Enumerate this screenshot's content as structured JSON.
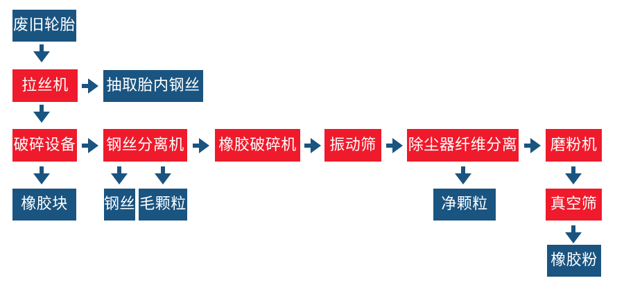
{
  "colors": {
    "red": "#ef1a2b",
    "blue": "#1a5480",
    "arrow": "#1a5480",
    "text": "#ffffff",
    "background": "#ffffff"
  },
  "nodes": {
    "waste_tires": {
      "label": "废旧轮胎",
      "color": "blue"
    },
    "wire_drawing_machine": {
      "label": "拉丝机",
      "color": "red"
    },
    "extract_tire_steel_wire": {
      "label": "抽取胎内钢丝",
      "color": "blue"
    },
    "crushing_equipment": {
      "label": "破碎设备",
      "color": "red"
    },
    "steel_wire_separator": {
      "label": "钢丝分离机",
      "color": "red"
    },
    "rubber_crusher": {
      "label": "橡胶破碎机",
      "color": "red"
    },
    "vibrating_screen": {
      "label": "振动筛",
      "color": "red"
    },
    "dust_collector_fiber_separation": {
      "label": "除尘器纤维分离",
      "color": "red"
    },
    "grinding_mill": {
      "label": "磨粉机",
      "color": "red"
    },
    "rubber_blocks": {
      "label": "橡胶块",
      "color": "blue"
    },
    "steel_wire": {
      "label": "钢丝",
      "color": "blue"
    },
    "fluff_granules": {
      "label": "毛颗粒",
      "color": "blue"
    },
    "clean_granules": {
      "label": "净颗粒",
      "color": "blue"
    },
    "vacuum_screen": {
      "label": "真空筛",
      "color": "red"
    },
    "rubber_powder": {
      "label": "橡胶粉",
      "color": "blue"
    }
  },
  "edges": [
    {
      "from": "waste_tires",
      "to": "wire_drawing_machine",
      "direction": "down"
    },
    {
      "from": "wire_drawing_machine",
      "to": "extract_tire_steel_wire",
      "direction": "right"
    },
    {
      "from": "wire_drawing_machine",
      "to": "crushing_equipment",
      "direction": "down"
    },
    {
      "from": "crushing_equipment",
      "to": "steel_wire_separator",
      "direction": "right"
    },
    {
      "from": "crushing_equipment",
      "to": "rubber_blocks",
      "direction": "down"
    },
    {
      "from": "steel_wire_separator",
      "to": "rubber_crusher",
      "direction": "right"
    },
    {
      "from": "steel_wire_separator",
      "to": "steel_wire",
      "direction": "down"
    },
    {
      "from": "steel_wire_separator",
      "to": "fluff_granules",
      "direction": "down"
    },
    {
      "from": "rubber_crusher",
      "to": "vibrating_screen",
      "direction": "right"
    },
    {
      "from": "vibrating_screen",
      "to": "dust_collector_fiber_separation",
      "direction": "right"
    },
    {
      "from": "dust_collector_fiber_separation",
      "to": "grinding_mill",
      "direction": "right"
    },
    {
      "from": "dust_collector_fiber_separation",
      "to": "clean_granules",
      "direction": "down"
    },
    {
      "from": "grinding_mill",
      "to": "vacuum_screen",
      "direction": "down"
    },
    {
      "from": "vacuum_screen",
      "to": "rubber_powder",
      "direction": "down"
    }
  ]
}
